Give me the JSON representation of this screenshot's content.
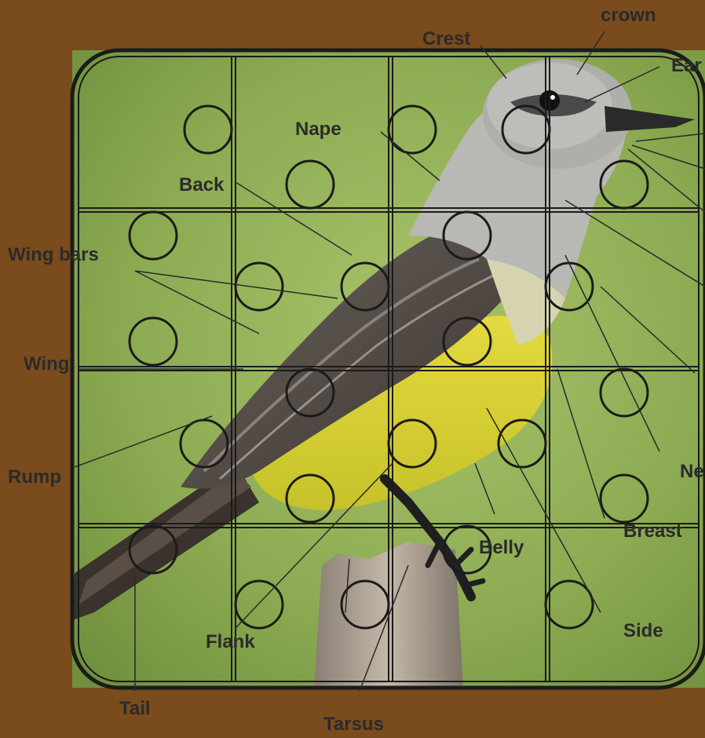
{
  "labels": {
    "crown": "crown",
    "crest": "Crest",
    "ear": "Ear",
    "nape": "Nape",
    "back": "Back",
    "wing_bars": "Wing bars",
    "wing": "Wing",
    "rump": "Rump",
    "neck": "Ne",
    "breast": "Breast",
    "belly": "Belly",
    "side": "Side",
    "flank": "Flank",
    "tail": "Tail",
    "tarsus": "Tarsus"
  },
  "colors": {
    "background": "#7a4b1c",
    "photo_green": "#93b35a",
    "puzzle_lines": "#1b1b1b",
    "bird_gray": "#b3b3b3",
    "bird_yellow": "#d9d12e",
    "label_text": "#2b2b2b"
  }
}
